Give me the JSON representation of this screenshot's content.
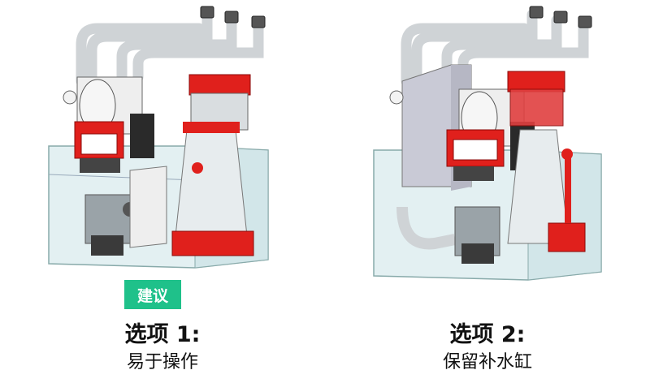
{
  "options": [
    {
      "badge": "建议",
      "title": "选项 1:",
      "subtitle": "易于操作"
    },
    {
      "title": "选项 2:",
      "subtitle": "保留补水缸"
    }
  ],
  "colors": {
    "badge_bg": "#1fc18a",
    "glass": "#dbeef0",
    "skimmer_red": "#e0201c",
    "pump_black": "#2a2a2a",
    "baffle_gray": "#c9cad6"
  }
}
